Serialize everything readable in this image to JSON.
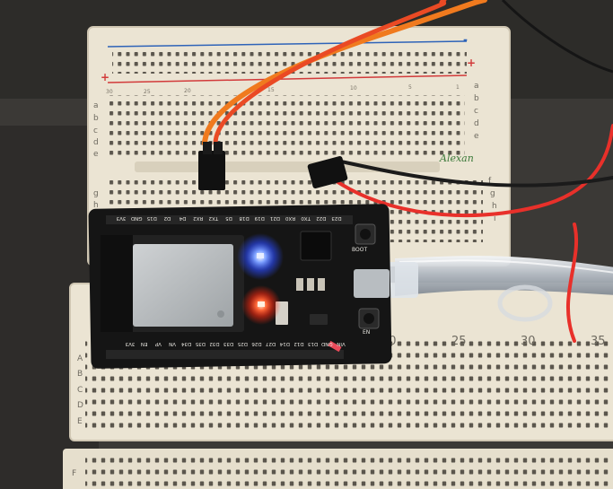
{
  "breadboard_top": {
    "brand": "Alexan",
    "rail_plus": "+",
    "rail_minus": "-",
    "row_letters_top": [
      "a",
      "b",
      "c",
      "d",
      "e"
    ],
    "row_letters_bottom": [
      "f",
      "g",
      "h",
      "i"
    ],
    "col_numbers": [
      "30",
      "25",
      "20",
      "15",
      "10",
      "5",
      "1"
    ]
  },
  "breadboard_bottom": {
    "col_numbers": [
      "20",
      "25",
      "30",
      "35"
    ],
    "row_letters": [
      "A",
      "B",
      "C",
      "D",
      "E",
      "F"
    ]
  },
  "board": {
    "pin_labels_top": [
      "3V3",
      "EN",
      "VP",
      "VN",
      "D34",
      "D35",
      "D32",
      "D33",
      "D25",
      "D26",
      "D27",
      "D14",
      "D12",
      "D13",
      "GND",
      "VIN"
    ],
    "pin_labels_bottom": [
      "D23",
      "D22",
      "TX0",
      "RX0",
      "D21",
      "D19",
      "D18",
      "D5",
      "TX2",
      "RX2",
      "D4",
      "D2",
      "D15",
      "GND",
      "3V3"
    ],
    "boot_label": "BOOT",
    "en_label": "EN"
  },
  "colors": {
    "breadboard": "#eae3d2",
    "rail_red": "#d23a3a",
    "rail_blue": "#2e63b8",
    "wire_orange": "#f07a1e",
    "wire_red": "#e8302a",
    "wire_black": "#1a1a1a",
    "led_blue": "#4a78ff",
    "led_red": "#ff3a22",
    "pcb": "#151515"
  }
}
